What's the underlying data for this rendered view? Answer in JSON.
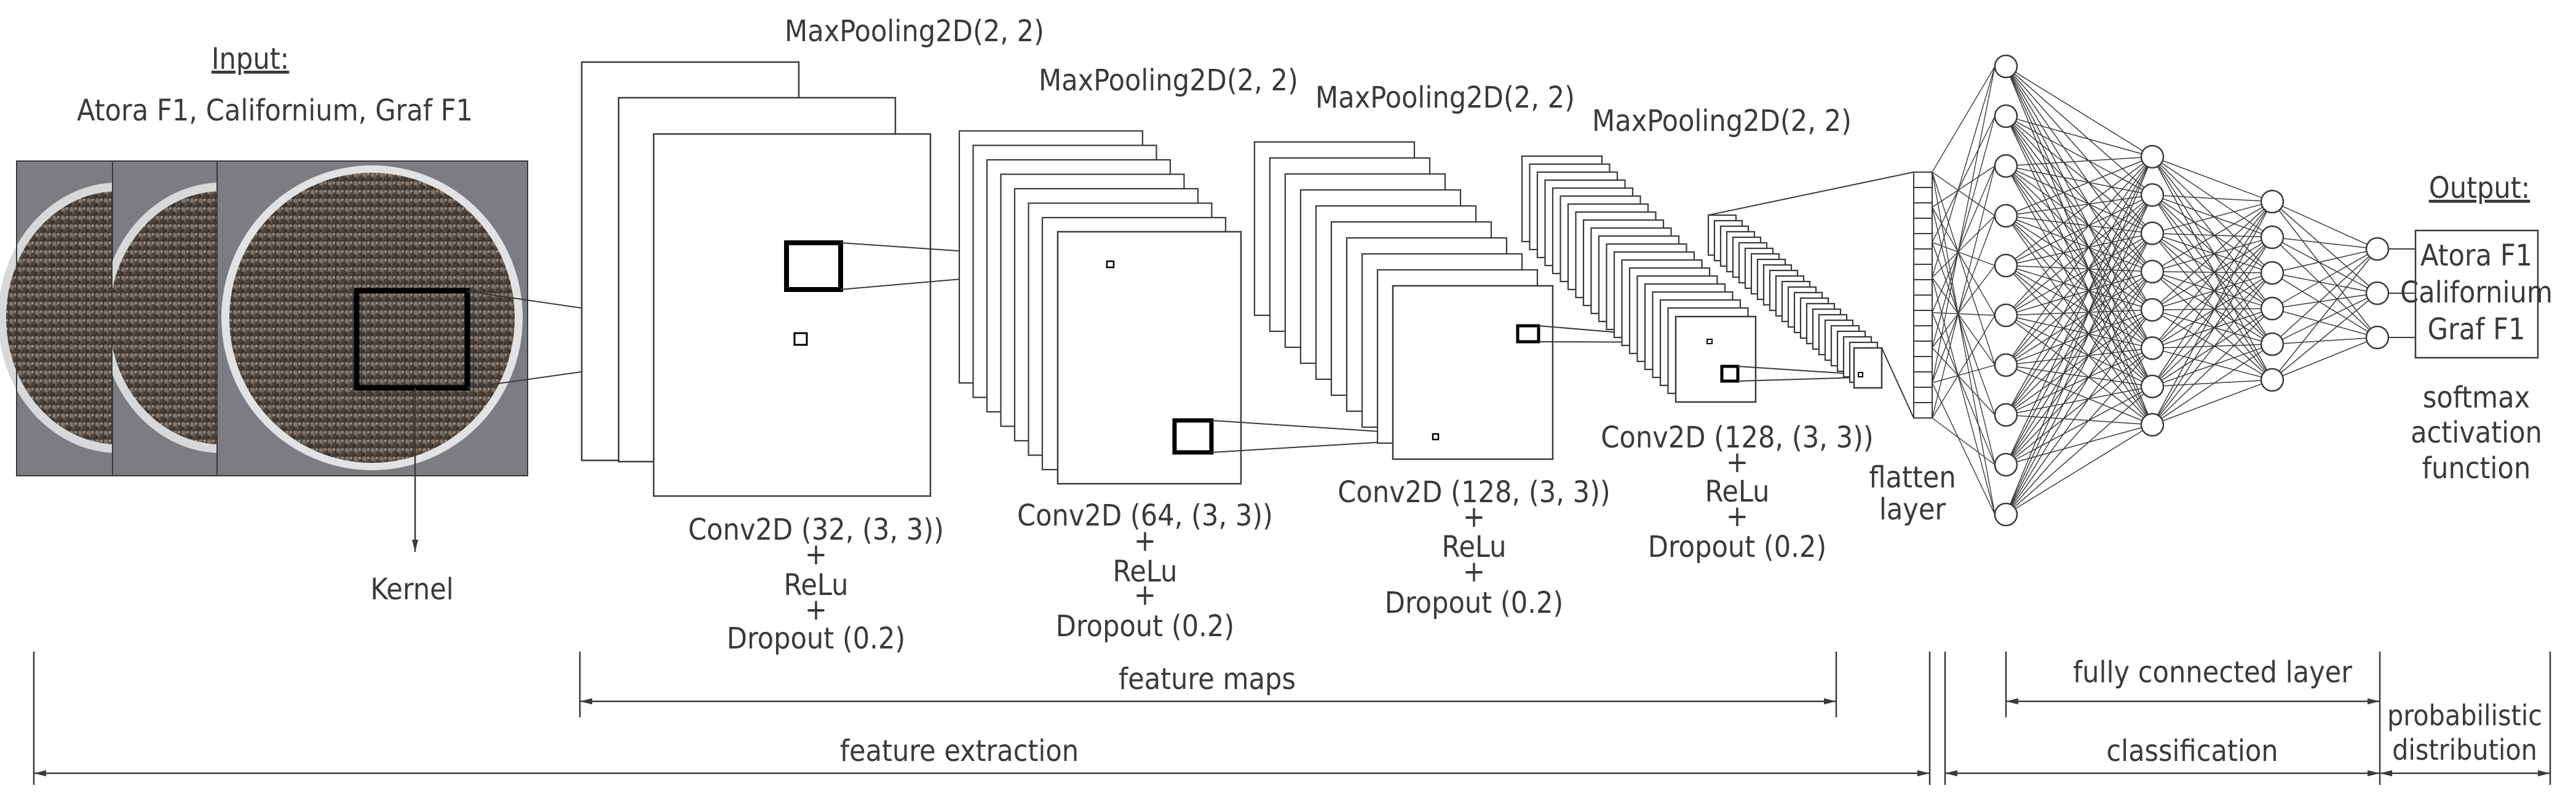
{
  "input": {
    "heading": "Input:",
    "classes_line": "Atora F1, Californium, Graf F1",
    "kernel_label": "Kernel"
  },
  "pooling_labels": [
    "MaxPooling2D(2, 2)",
    "MaxPooling2D(2, 2)",
    "MaxPooling2D(2, 2)",
    "MaxPooling2D(2, 2)"
  ],
  "conv_blocks": [
    {
      "conv": "Conv2D (32, (3, 3))",
      "plus1": "+",
      "activation": "ReLu",
      "plus2": "+",
      "dropout": "Dropout (0.2)"
    },
    {
      "conv": "Conv2D (64, (3, 3))",
      "plus1": "+",
      "activation": "ReLu",
      "plus2": "+",
      "dropout": "Dropout (0.2)"
    },
    {
      "conv": "Conv2D (128, (3, 3))",
      "plus1": "+",
      "activation": "ReLu",
      "plus2": "+",
      "dropout": "Dropout (0.2)"
    },
    {
      "conv": "Conv2D (128, (3, 3))",
      "plus1": "+",
      "activation": "ReLu",
      "plus2": "+",
      "dropout": "Dropout (0.2)"
    }
  ],
  "flatten": {
    "line1": "flatten",
    "line2": "layer"
  },
  "output": {
    "heading": "Output:",
    "classes": [
      "Atora F1",
      "Californium",
      "Graf F1"
    ],
    "activation": [
      "softmax",
      "activation",
      "function"
    ]
  },
  "brackets": {
    "feature_maps": "feature maps",
    "feature_extraction": "feature extraction",
    "fully_connected_layer": "fully connected layer",
    "classification": "classification",
    "probabilistic_distribution": [
      "probabilistic",
      "distribution"
    ]
  },
  "network": {
    "layer_sizes": [
      10,
      10,
      8,
      6,
      3
    ]
  },
  "colors": {
    "line": "#3a3a3a",
    "text": "#3a3a3a",
    "background": "#ffffff"
  }
}
